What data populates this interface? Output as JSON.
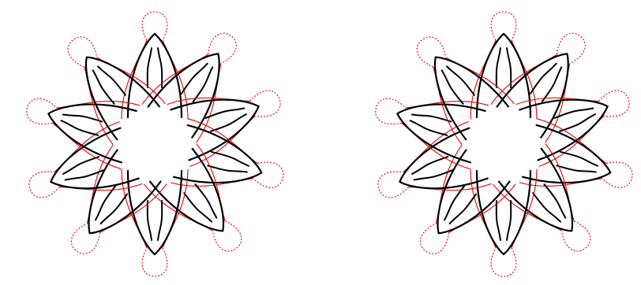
{
  "figure": {
    "panels": [
      {
        "id": "left",
        "petal_count": 10,
        "boundary_style": "solid-with-dotted-tips",
        "curve_color": "#000000",
        "boundary_color": "#e00000",
        "curve_role_per_petal": [
          "outer-loop",
          "inner-stroke-a",
          "inner-stroke-b"
        ]
      },
      {
        "id": "right",
        "petal_count": 10,
        "boundary_style": "solid-with-dotted-tips",
        "curve_color": "#000000",
        "boundary_color": "#e00000",
        "curve_role_per_petal": [
          "outer-loop",
          "inner-stroke-a",
          "inner-stroke-b"
        ]
      }
    ],
    "background": "#ffffff"
  }
}
